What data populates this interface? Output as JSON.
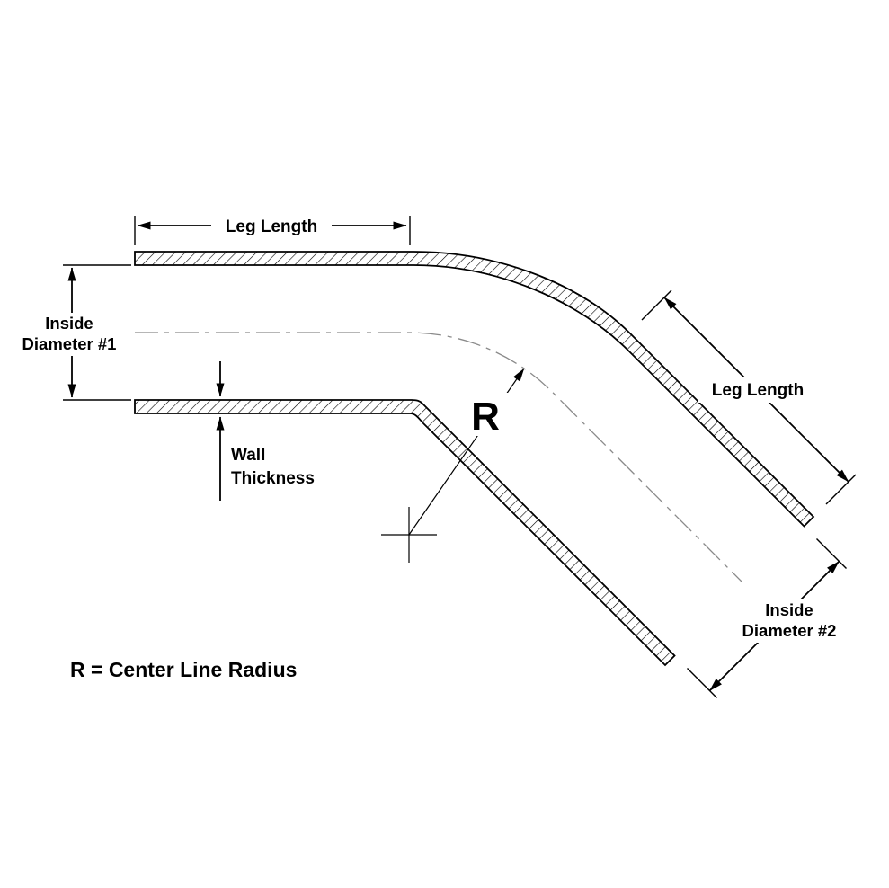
{
  "diagram": {
    "note": "R = Center Line Radius",
    "leg_length_top": "Leg Length",
    "leg_length_right": "Leg Length",
    "inside_diameter_1": {
      "line1": "Inside",
      "line2": "Diameter #1"
    },
    "inside_diameter_2": {
      "line1": "Inside",
      "line2": "Diameter #2"
    },
    "wall_thickness": {
      "line1": "Wall",
      "line2": "Thickness"
    },
    "radius_symbol": "R",
    "colors": {
      "line": "#000000",
      "centerline": "#8a8a8a",
      "background": "#ffffff"
    }
  }
}
